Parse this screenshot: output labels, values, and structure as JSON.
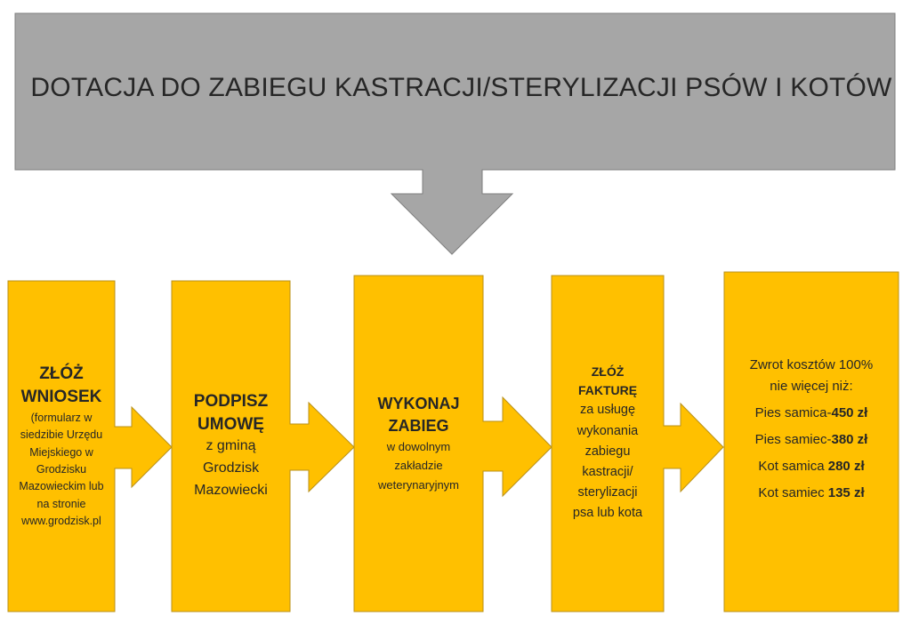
{
  "colors": {
    "banner_fill": "#a6a6a6",
    "banner_stroke": "#7f7f7f",
    "step_fill": "#ffc000",
    "step_stroke": "#b8901a",
    "text": "#262626"
  },
  "banner": {
    "title": "DOTACJA DO ZABIEGU KASTRACJI/STERYLIZACJI PSÓW I KOTÓW"
  },
  "steps": [
    {
      "heading_lines": [
        "ZŁÓŻ",
        "WNIOSEK"
      ],
      "body_lines": [
        "(formularz w",
        "siedzibie Urzędu",
        "Miejskiego w",
        "Grodzisku",
        "Mazowieckim lub",
        "na stronie",
        "www.grodzisk.pl"
      ]
    },
    {
      "heading_lines": [
        "PODPISZ",
        "UMOWĘ"
      ],
      "body_lines": [
        "z gminą",
        "Grodzisk",
        "Mazowiecki"
      ]
    },
    {
      "heading_lines": [
        "WYKONAJ",
        "ZABIEG"
      ],
      "body_lines": [
        "w dowolnym",
        "zakładzie",
        "weterynaryjnym"
      ]
    },
    {
      "heading_lines": [
        "ZŁÓŻ",
        "FAKTURĘ"
      ],
      "body_lines": [
        "za usługę",
        "wykonania",
        "zabiegu",
        "kastracji/",
        "sterylizacji",
        "psa lub kota"
      ]
    },
    {
      "intro_lines": [
        "Zwrot kosztów 100%",
        "nie więcej niż:"
      ],
      "rates": [
        {
          "label": "Pies samica-",
          "amount": "450 zł"
        },
        {
          "label": "Pies samiec-",
          "amount": "380 zł"
        },
        {
          "label": "Kot samica ",
          "amount": "280 zł"
        },
        {
          "label": "Kot samiec ",
          "amount": "135 zł"
        }
      ]
    }
  ]
}
